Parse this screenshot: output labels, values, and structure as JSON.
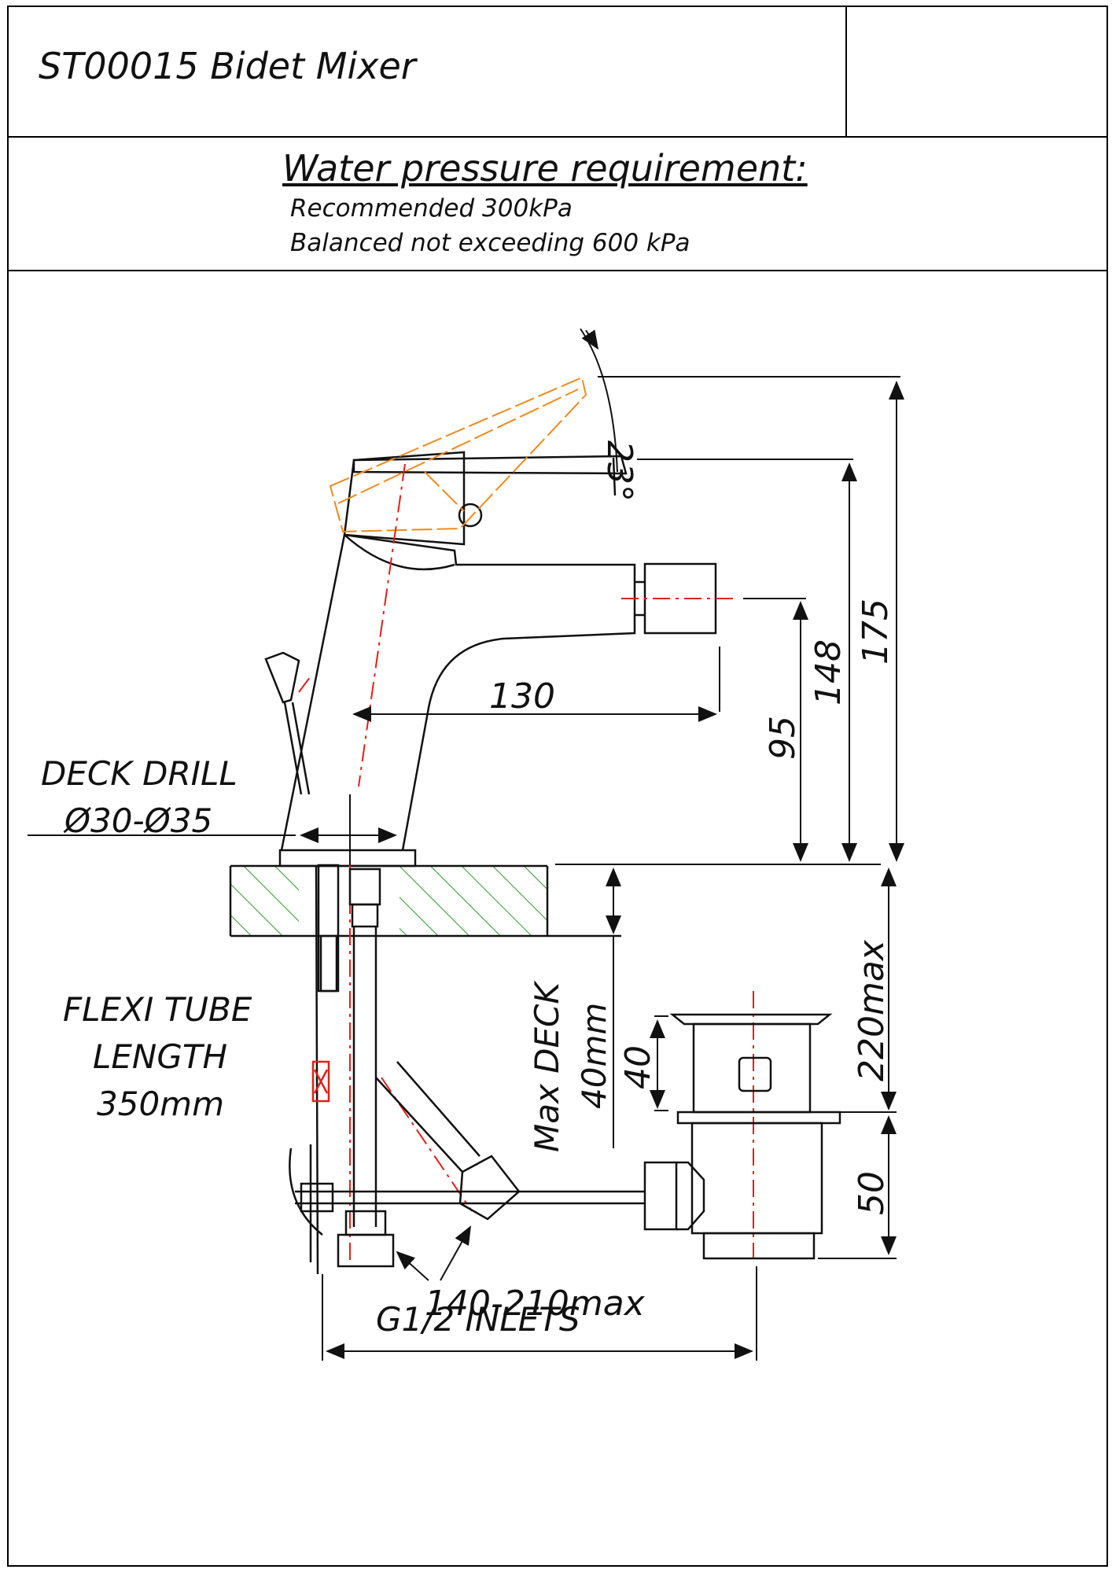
{
  "title": "ST00015 Bidet Mixer",
  "pressure": {
    "heading": "Water pressure requirement:",
    "line1": "Recommended 300kPa",
    "line2": "Balanced not exceeding 600 kPa"
  },
  "dimensions": {
    "angle": "23°",
    "spout_reach": "130",
    "height_total": "175",
    "height_spout_top": "148",
    "height_outlet": "95",
    "below_deck": "220max",
    "waste_top": "40",
    "waste_bottom": "50",
    "inlet_spacing": "140-210max"
  },
  "labels": {
    "deck_drill_1": "DECK DRILL",
    "deck_drill_2": "Ø30-Ø35",
    "flexi_1": "FLEXI TUBE",
    "flexi_2": "LENGTH",
    "flexi_3": "350mm",
    "max_deck_1": "Max DECK",
    "max_deck_2": "40mm",
    "inlets": "G1/2 INLETS"
  },
  "colors": {
    "line": "#111111",
    "centerline": "#e0201a",
    "handle_alt": "#f08a1c",
    "hatch": "#2a9a2a"
  }
}
